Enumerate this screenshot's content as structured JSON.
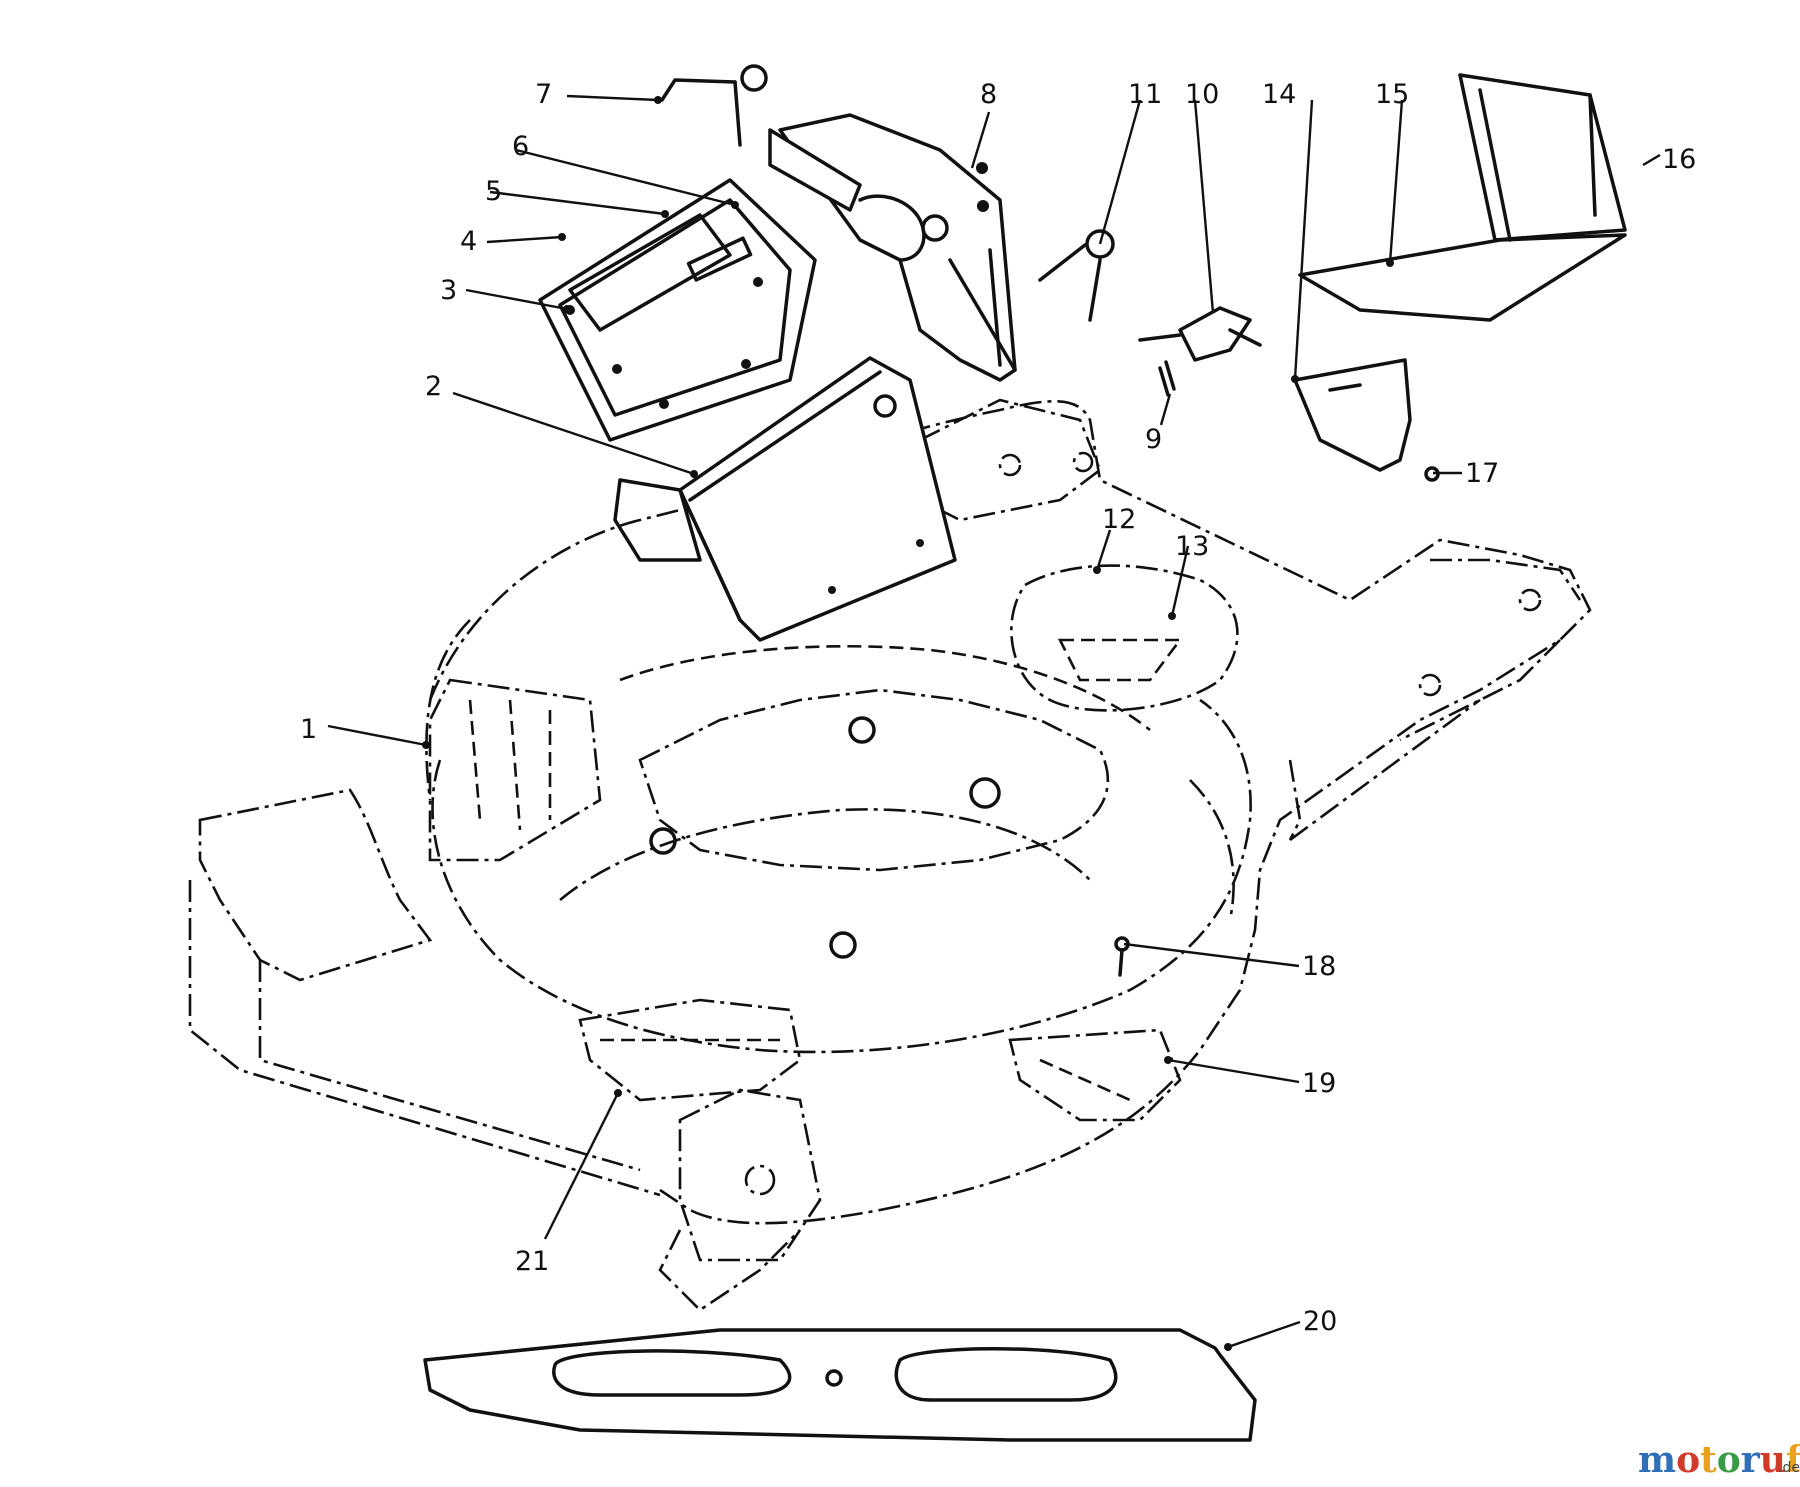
{
  "callouts": [
    {
      "id": "1",
      "label": "1"
    },
    {
      "id": "2",
      "label": "2"
    },
    {
      "id": "3",
      "label": "3"
    },
    {
      "id": "4",
      "label": "4"
    },
    {
      "id": "5",
      "label": "5"
    },
    {
      "id": "6",
      "label": "6"
    },
    {
      "id": "7",
      "label": "7"
    },
    {
      "id": "8",
      "label": "8"
    },
    {
      "id": "9",
      "label": "9"
    },
    {
      "id": "10",
      "label": "10"
    },
    {
      "id": "11",
      "label": "11"
    },
    {
      "id": "12",
      "label": "12"
    },
    {
      "id": "13",
      "label": "13"
    },
    {
      "id": "14",
      "label": "14"
    },
    {
      "id": "15",
      "label": "15"
    },
    {
      "id": "16",
      "label": "16"
    },
    {
      "id": "17",
      "label": "17"
    },
    {
      "id": "18",
      "label": "18"
    },
    {
      "id": "19",
      "label": "19"
    },
    {
      "id": "20",
      "label": "20"
    },
    {
      "id": "21",
      "label": "21"
    }
  ],
  "watermark": {
    "name": "motoruf",
    "suffix": ".de",
    "colors": [
      "#2f6fb7",
      "#d23a2a",
      "#e8a21b",
      "#3a9b47",
      "#2f6fb7",
      "#d23a2a",
      "#e8a21b"
    ]
  }
}
